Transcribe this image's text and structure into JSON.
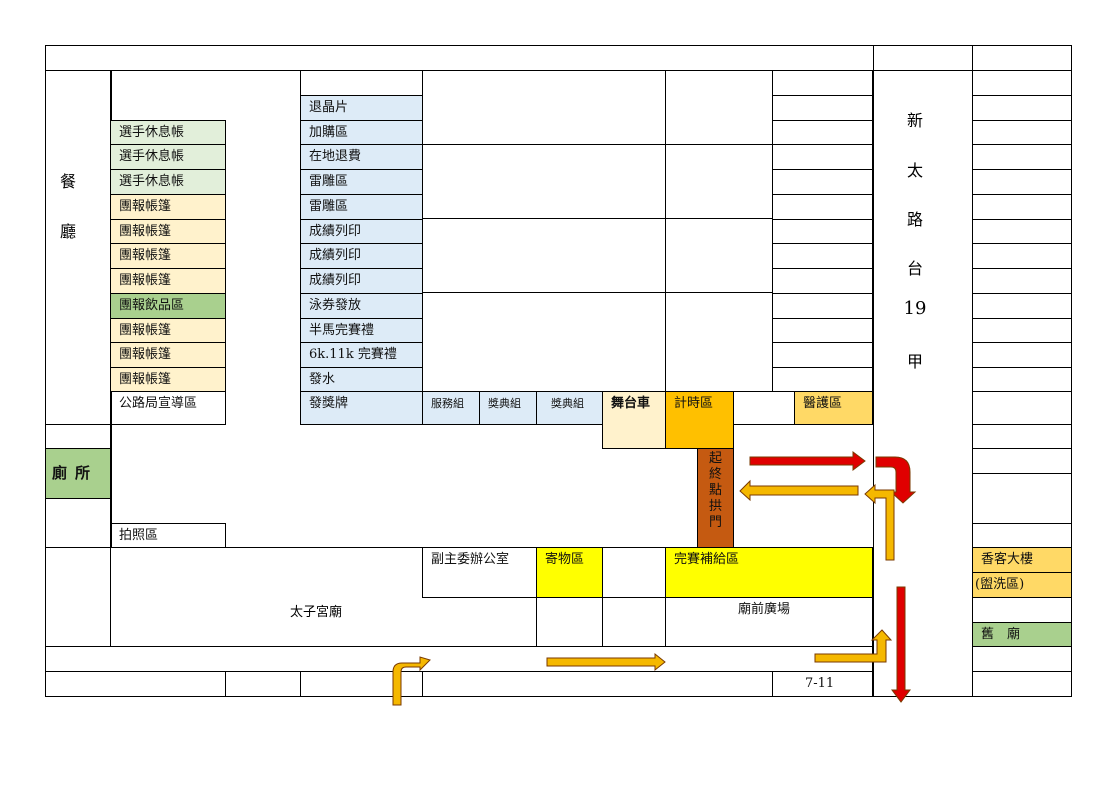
{
  "left_hall": [
    "餐",
    "廳"
  ],
  "tents": [
    "選手休息帳",
    "選手休息帳",
    "選手休息帳",
    "團報帳篷",
    "團報帳篷",
    "團報帳篷",
    "團報帳篷",
    "團報飲品區",
    "團報帳篷",
    "團報帳篷",
    "團報帳篷",
    "公路局宣導區"
  ],
  "services": [
    "退晶片",
    "加購區",
    "在地退費",
    "雷雕區",
    "雷雕區",
    "成績列印",
    "成績列印",
    "成績列印",
    "泳券發放",
    "半馬完賽禮",
    "6k.11k 完賽禮",
    "發水",
    "發獎牌"
  ],
  "stage_row": {
    "service": "服務組",
    "award1": "獎典組",
    "award2": "獎典組",
    "stage": "舞台車",
    "timing": "計時區",
    "medical": "醫護區"
  },
  "arch": [
    "起",
    "終",
    "點",
    "拱",
    "門"
  ],
  "road": [
    "新",
    "太",
    "路",
    "台",
    "19",
    "甲"
  ],
  "toilet": "廁所",
  "photo": "拍照區",
  "temple": "太子宮廟",
  "office": "副主委辦公室",
  "storage": "寄物區",
  "supply": "完賽補給區",
  "plaza": "廟前廣場",
  "store": "7-11",
  "pilgrim_building": "香客大樓",
  "washroom": "(盥洗區)",
  "old_temple": "舊　廟"
}
